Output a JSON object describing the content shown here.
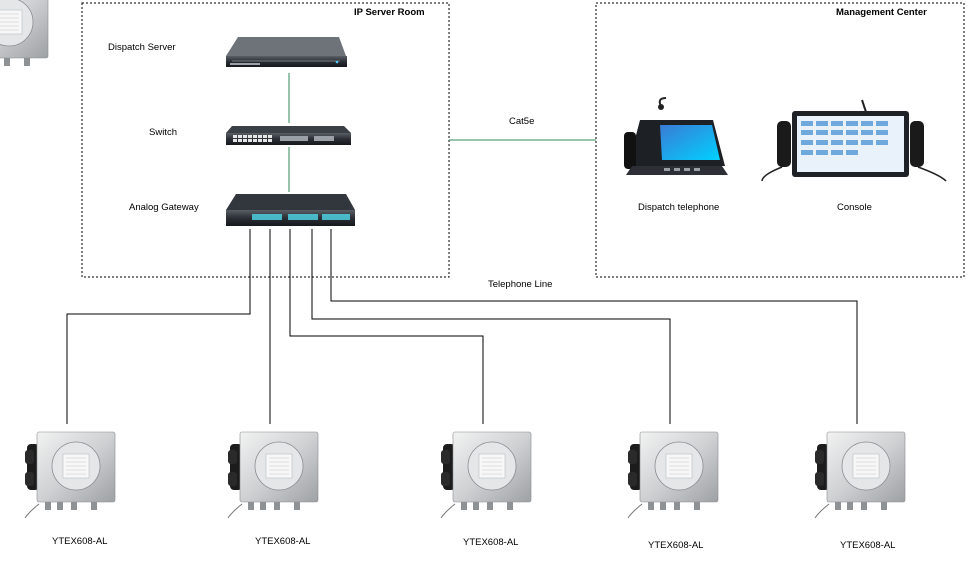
{
  "rooms": {
    "server_room": {
      "title": "IP Server Room"
    },
    "management": {
      "title": "Management Center"
    }
  },
  "devices": {
    "dispatch_server": "Dispatch Server",
    "switch": "Switch",
    "analog_gateway": "Analog Gateway",
    "dispatch_telephone": "Dispatch telephone",
    "console": "Console"
  },
  "links": {
    "cat5e": "Cat5e",
    "telephone_line": "Telephone Line"
  },
  "phones": [
    {
      "model": "YTEX608-AL"
    },
    {
      "model": "YTEX608-AL"
    },
    {
      "model": "YTEX608-AL"
    },
    {
      "model": "YTEX608-AL"
    },
    {
      "model": "YTEX608-AL"
    }
  ],
  "colors": {
    "ethernet_line": "#2e8b57",
    "telephone_line": "#000000",
    "box_border": "#000000"
  }
}
